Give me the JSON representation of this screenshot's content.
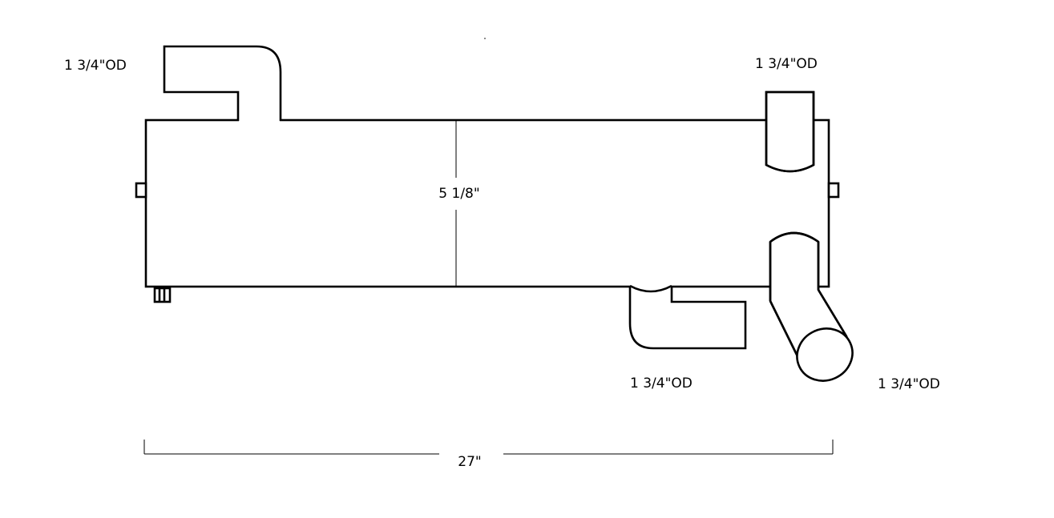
{
  "labels": {
    "top_left_outlet": "1 3/4\"OD",
    "top_right_outlet": "1 3/4\"OD",
    "bottom_middle_outlet": "1 3/4\"OD",
    "bottom_right_outlet": "1 3/4\"OD",
    "height_dimension": "5 1/8\"",
    "length_dimension": "27\""
  }
}
